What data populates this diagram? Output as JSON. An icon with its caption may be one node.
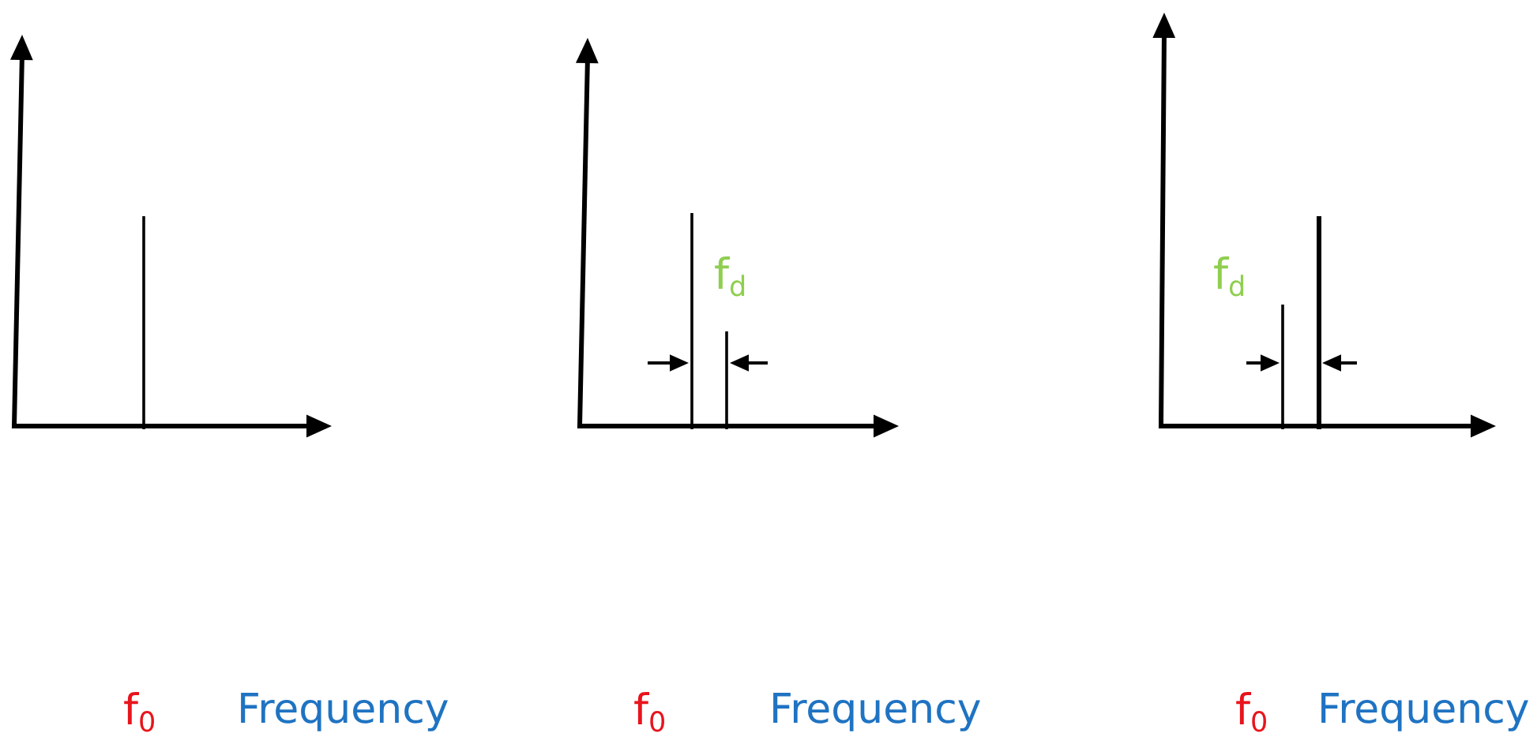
{
  "diagram": {
    "labels": [
      "f$_{d}$",
      "f$_{d}$",
      "f$_{0}$",
      "Frequency",
      "f$_{0}$",
      "Frequency",
      "f$_{0}$",
      "Frequency"
    ]
  }
}
